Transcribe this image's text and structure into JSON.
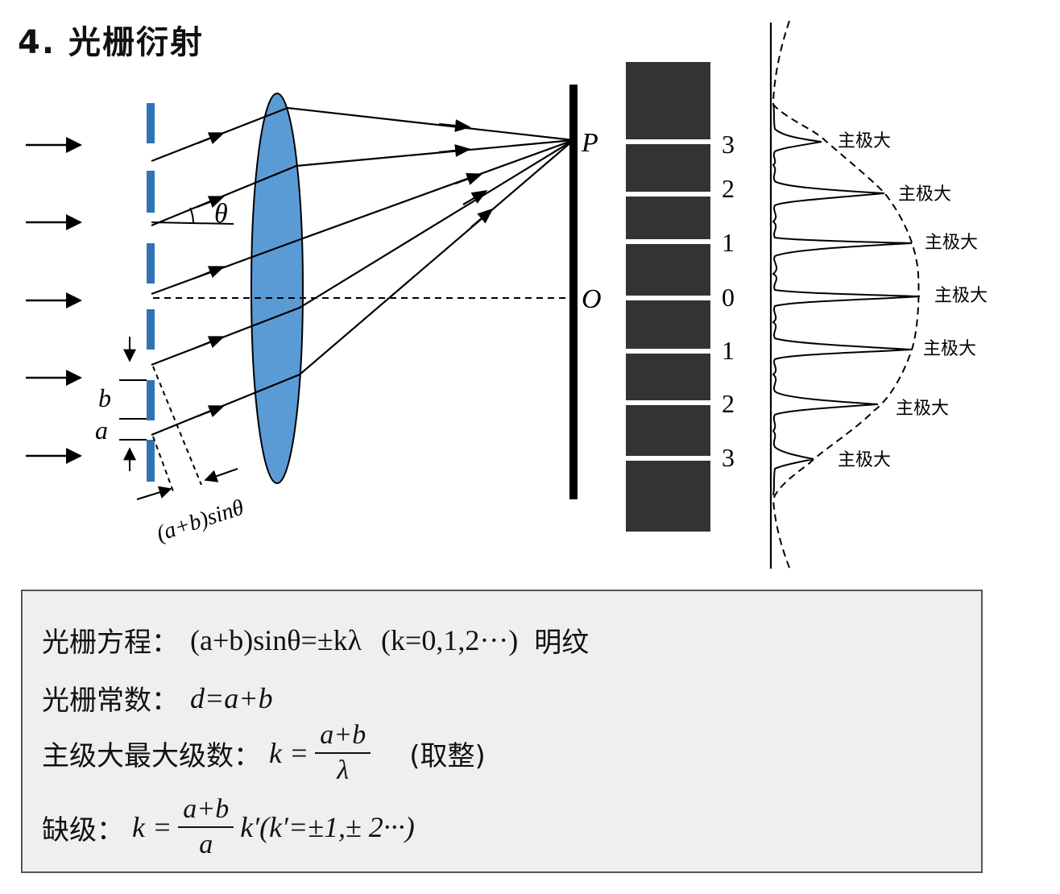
{
  "title": "4. 光栅衍射",
  "diagram": {
    "label_p": "P",
    "label_o": "O",
    "label_theta": "θ",
    "label_a": "a",
    "label_b": "b",
    "path_diff": "(a+b)sinθ",
    "fringe_orders": [
      "3",
      "2",
      "1",
      "0",
      "1",
      "2",
      "3"
    ],
    "peak_label": "主极大"
  },
  "formulas": {
    "row1_label": "光栅方程：",
    "row1_eq": "(a+b)sinθ=±kλ",
    "row1_cond": "(k=0,1,2···)",
    "row1_note": "明纹",
    "row2_label": "光栅常数：",
    "row2_eq": "d=a+b",
    "row3_label": "主级大最大级数：",
    "row3_k": "k =",
    "row3_num": "a+b",
    "row3_den": "λ",
    "row3_note": "(取整)",
    "row4_label": "缺级：",
    "row4_k": "k =",
    "row4_num": "a+b",
    "row4_den": "a",
    "row4_tail": "k′(k′=±1,± 2···)"
  },
  "colors": {
    "slit_blue": "#2e74b5",
    "lens_fill": "#5b9bd5",
    "screen_dark": "#333333",
    "box_bg": "#efefef"
  }
}
